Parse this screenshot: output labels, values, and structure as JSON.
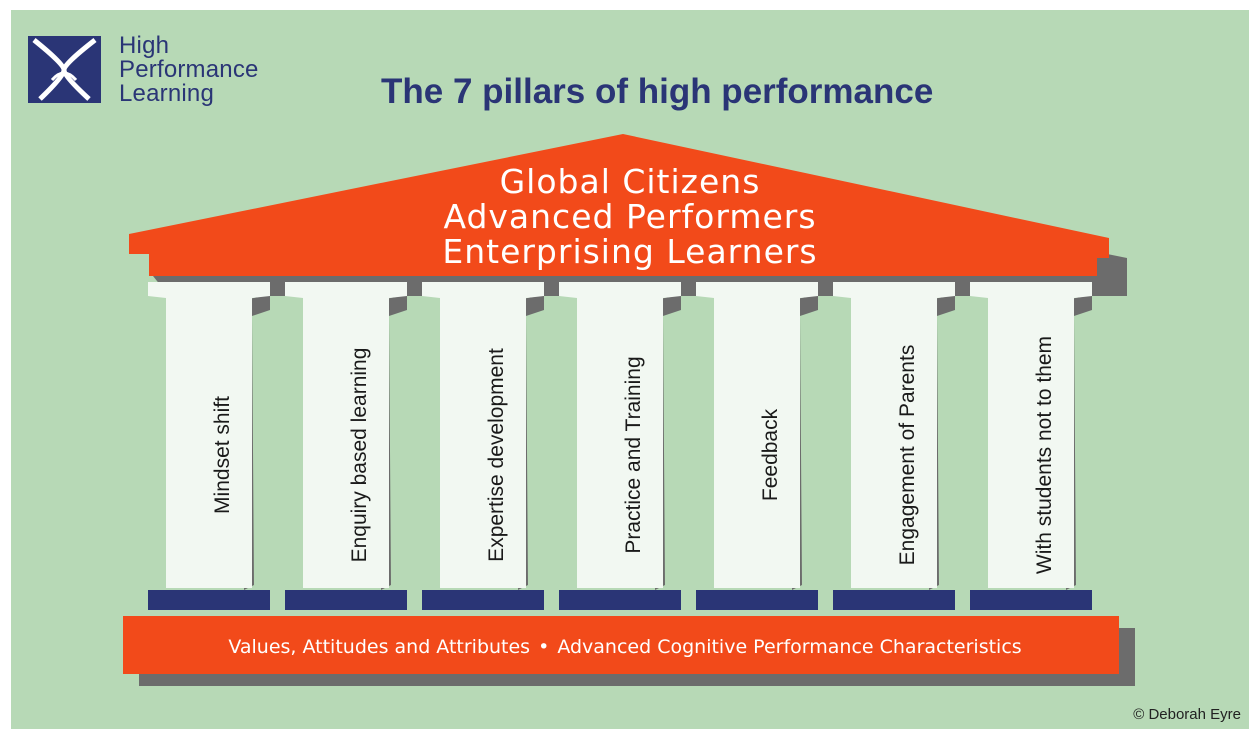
{
  "logo": {
    "lines": [
      "High",
      "Performance",
      "Learning"
    ],
    "colors": {
      "navy": "#2a3576",
      "white": "#ffffff"
    }
  },
  "title": "The 7 pillars of high performance",
  "roof": {
    "lines": [
      "Global Citizens",
      "Advanced Performers",
      "Enterprising Learners"
    ],
    "color": "#f24a1a"
  },
  "pillars": [
    "Mindset shift",
    "Enquiry based learning",
    "Expertise development",
    "Practice and Training",
    "Feedback",
    "Engagement of Parents",
    "With students not to them"
  ],
  "base": {
    "items": [
      "Values, Attitudes and Attributes",
      "Advanced Cognitive Performance Characteristics"
    ],
    "separator": "•",
    "color": "#f24a1a"
  },
  "footer": {
    "copyright": "© Deborah Eyre"
  },
  "colors": {
    "background": "#b7d9b6",
    "pillar": "#f2f8f2",
    "shadow": "#6c6c6c",
    "plinth": "#2a3576"
  }
}
